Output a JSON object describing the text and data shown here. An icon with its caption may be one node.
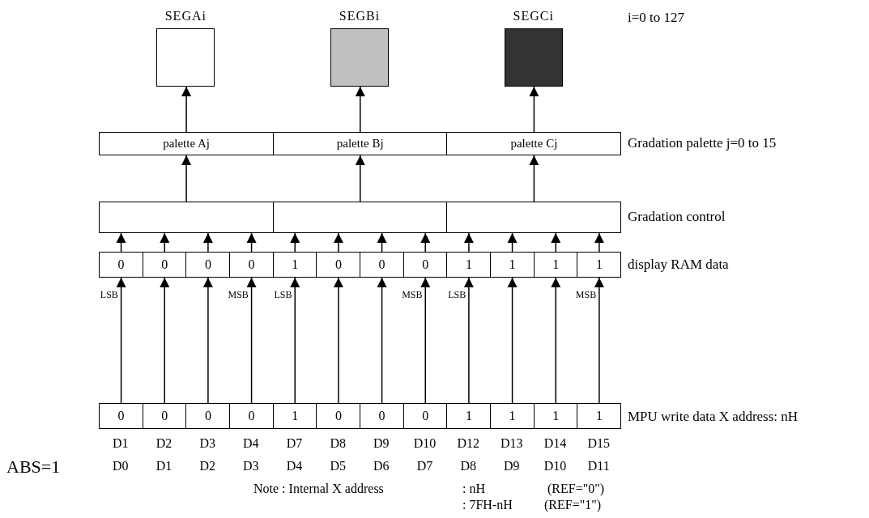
{
  "diagram": {
    "nodes": [
      {
        "text": [
          "SEGAi"
        ]
      },
      {
        "text": [
          "SEGBi"
        ]
      },
      {
        "text": [
          "SEGCi"
        ]
      },
      {
        "text": [
          "palette Aj"
        ]
      },
      {
        "text": [
          "palette Bj"
        ]
      },
      {
        "text": [
          "palette Cj"
        ]
      },
      {
        "text": [],
        "shape": "box"
      },
      {
        "text": [],
        "shape": "box"
      },
      {
        "text": [],
        "shape": "box"
      },
      {
        "text": [
          "0"
        ]
      },
      {
        "text": [
          "0"
        ]
      },
      {
        "text": [
          "0"
        ]
      },
      {
        "text": [
          "0"
        ]
      },
      {
        "text": [
          "1"
        ]
      },
      {
        "text": [
          "0"
        ]
      },
      {
        "text": [
          "0"
        ]
      },
      {
        "text": [
          "0"
        ]
      },
      {
        "text": [
          "1"
        ]
      },
      {
        "text": [
          "1"
        ]
      },
      {
        "text": [
          "1"
        ]
      },
      {
        "text": [
          "1"
        ]
      },
      {
        "text": [
          "0"
        ]
      },
      {
        "text": [
          "0"
        ]
      },
      {
        "text": [
          "0"
        ]
      },
      {
        "text": [
          "0"
        ]
      },
      {
        "text": [
          "1"
        ]
      },
      {
        "text": [
          "0"
        ]
      },
      {
        "text": [
          "0"
        ]
      },
      {
        "text": [
          "0"
        ]
      },
      {
        "text": [
          "1"
        ]
      },
      {
        "text": [
          "1"
        ]
      },
      {
        "text": [
          "1"
        ]
      },
      {
        "text": [
          "1"
        ]
      }
    ],
    "edges": [
      {
        "from": 3,
        "to": 0,
        "arrow": "to"
      },
      {
        "from": 4,
        "to": 1,
        "arrow": "to"
      },
      {
        "from": 5,
        "to": 2,
        "arrow": "to"
      },
      {
        "from": 6,
        "to": 3,
        "arrow": "to"
      },
      {
        "from": 7,
        "to": 4,
        "arrow": "to"
      },
      {
        "from": 8,
        "to": 5,
        "arrow": "to"
      },
      {
        "from": 9,
        "to": 6,
        "arrow": "to"
      },
      {
        "from": 10,
        "to": 6,
        "arrow": "to"
      },
      {
        "from": 11,
        "to": 6,
        "arrow": "to"
      },
      {
        "from": 12,
        "to": 6,
        "arrow": "to"
      },
      {
        "from": 13,
        "to": 7,
        "arrow": "to"
      },
      {
        "from": 14,
        "to": 7,
        "arrow": "to"
      },
      {
        "from": 15,
        "to": 7,
        "arrow": "to"
      },
      {
        "from": 16,
        "to": 7,
        "arrow": "to"
      },
      {
        "from": 17,
        "to": 8,
        "arrow": "to"
      },
      {
        "from": 18,
        "to": 8,
        "arrow": "to"
      },
      {
        "from": 19,
        "to": 8,
        "arrow": "to"
      },
      {
        "from": 20,
        "to": 8,
        "arrow": "to"
      },
      {
        "from": 21,
        "to": 9,
        "arrow": "to"
      },
      {
        "from": 22,
        "to": 10,
        "arrow": "to"
      },
      {
        "from": 23,
        "to": 11,
        "arrow": "to"
      },
      {
        "from": 24,
        "to": 12,
        "arrow": "to"
      },
      {
        "from": 25,
        "to": 13,
        "arrow": "to"
      },
      {
        "from": 26,
        "to": 14,
        "arrow": "to"
      },
      {
        "from": 27,
        "to": 15,
        "arrow": "to"
      },
      {
        "from": 28,
        "to": 16,
        "arrow": "to"
      },
      {
        "from": 29,
        "to": 17,
        "arrow": "to"
      },
      {
        "from": 30,
        "to": 18,
        "arrow": "to"
      },
      {
        "from": 31,
        "to": 19,
        "arrow": "to"
      },
      {
        "from": 32,
        "to": 20,
        "arrow": "to"
      }
    ],
    "labels": [
      "i=0 to 127",
      "Gradation palette j=0 to 15",
      "Gradation control",
      "display RAM data",
      "LSB",
      "MSB",
      "LSB",
      "MSB",
      "LSB",
      "MSB",
      "MPU write data X address: nH",
      "D1",
      "D2",
      "D3",
      "D4",
      "D7",
      "D8",
      "D9",
      "D10",
      "D12",
      "D13",
      "D14",
      "D15",
      "ABS=1",
      "D0",
      "D1",
      "D2",
      "D3",
      "D4",
      "D5",
      "D6",
      "D7",
      "D8",
      "D9",
      "D10",
      "D11",
      "Note : Internal X address",
      ": nH",
      "(REF=\"0\")",
      ": 7FH-nH",
      "(REF=\"1\")"
    ]
  }
}
